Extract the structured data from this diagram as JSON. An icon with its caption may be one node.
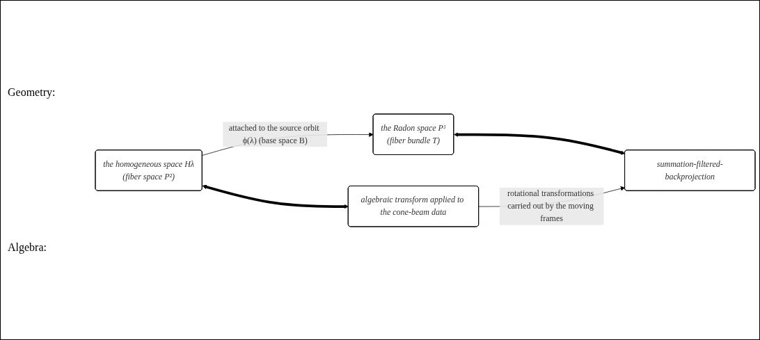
{
  "diagram": {
    "nodes": [
      {
        "text": [
          "the homogeneous space Hλ",
          "(fiber space P²)"
        ]
      },
      {
        "text": [
          "the Radon space P³",
          "(fiber bundle T)"
        ]
      },
      {
        "text": [
          "algebraic transform applied to the cone-beam data"
        ]
      },
      {
        "text": [
          "summation-filtered-backprojection"
        ]
      }
    ],
    "edges": [
      {
        "from": 0,
        "to": 1,
        "arrow": "to",
        "label": "attached to the source orbit ϕ(λ) (base space B)"
      },
      {
        "from": 0,
        "to": 2,
        "arrow": "both",
        "style": "thick"
      },
      {
        "from": 1,
        "to": 3,
        "arrow": "both",
        "style": "thick"
      },
      {
        "from": 2,
        "to": 3,
        "arrow": "to",
        "label": "rotational transformations carried out by the moving frames"
      }
    ],
    "labels": [
      "Geometry:",
      "Algebra:"
    ]
  }
}
